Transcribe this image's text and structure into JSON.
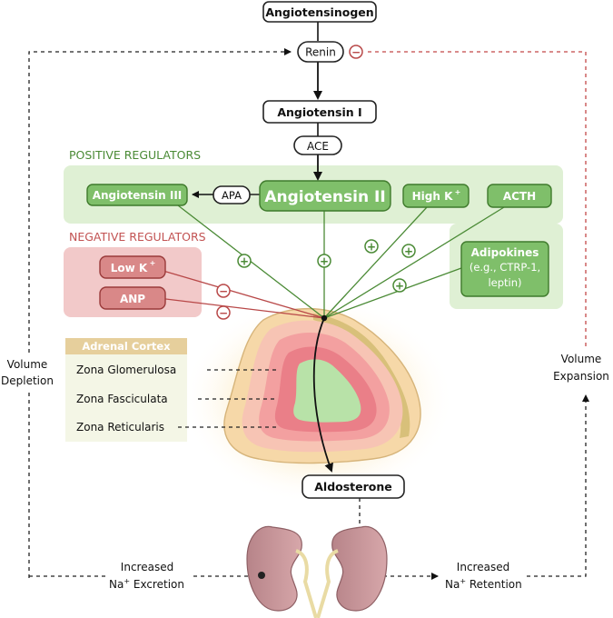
{
  "nodes": {
    "angiotensinogen": "Angiotensinogen",
    "renin": "Renin",
    "angiotensin_i": "Angiotensin I",
    "ace": "ACE",
    "angiotensin_ii": "Angiotensin II",
    "apa": "APA",
    "angiotensin_iii": "Angiotensin III",
    "high_k": "High K",
    "high_k_sup": "+",
    "acth": "ACTH",
    "adipokines_title": "Adipokines",
    "adipokines_line1": "(e.g., CTRP-1,",
    "adipokines_line2": "leptin)",
    "low_k": "Low K",
    "low_k_sup": "+",
    "anp": "ANP",
    "aldosterone": "Aldosterone"
  },
  "headings": {
    "positive": "POSITIVE REGULATORS",
    "negative": "NEGATIVE REGULATORS"
  },
  "signs": {
    "plus": "+",
    "minus": "−"
  },
  "cortex": {
    "title": "Adrenal Cortex",
    "zones": [
      "Zona Glomerulosa",
      "Zona Fasciculata",
      "Zona Reticularis"
    ]
  },
  "side_labels": {
    "left_1": "Volume",
    "left_2": "Depletion",
    "right_1": "Volume",
    "right_2": "Expansion"
  },
  "kidney_labels": {
    "excretion_1": "Increased",
    "excretion_2a": "Na",
    "excretion_sup": "+",
    "excretion_2b": " Excretion",
    "retention_1": "Increased",
    "retention_2a": "Na",
    "retention_sup": "+",
    "retention_2b": " Retention"
  },
  "colors": {
    "positive_green": "#4a8a35",
    "positive_panel": "#dff0d4",
    "negative_red": "#b84848",
    "negative_panel": "#f2c9c9",
    "box_green": "#7fbf6a",
    "box_red": "#d98888"
  }
}
